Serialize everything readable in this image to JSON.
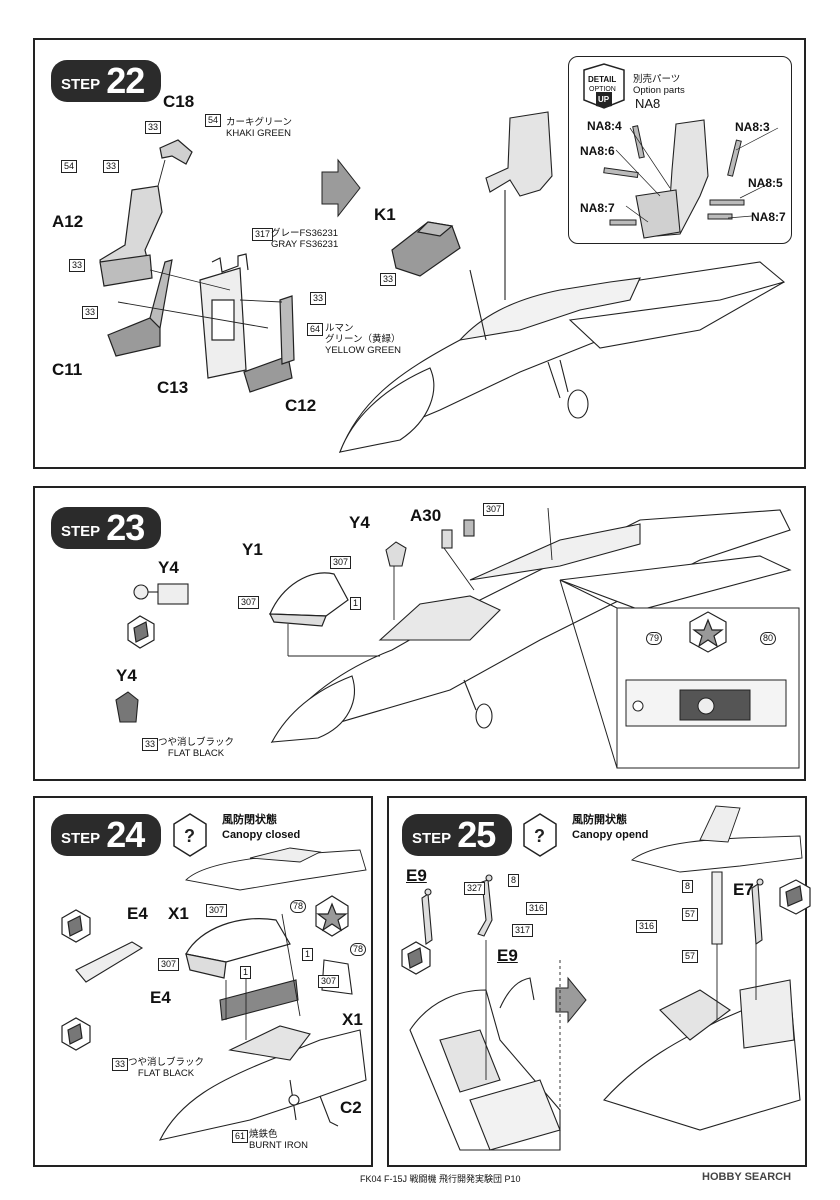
{
  "steps": {
    "s22": {
      "word": "STEP",
      "num": "22"
    },
    "s23": {
      "word": "STEP",
      "num": "23"
    },
    "s24": {
      "word": "STEP",
      "num": "24"
    },
    "s25": {
      "word": "STEP",
      "num": "25"
    }
  },
  "step22": {
    "parts": {
      "c18": "C18",
      "a12": "A12",
      "c11": "C11",
      "c13": "C13",
      "c12": "C12",
      "k1": "K1"
    },
    "codes": {
      "c33a": "33",
      "c54a": "54",
      "c54b": "54",
      "c33b": "33",
      "c33c": "33",
      "c33d": "33",
      "c317": "317",
      "c33e": "33",
      "c64": "64",
      "c33f": "33"
    },
    "paints": {
      "khaki": "カーキグリーン\nKHAKI GREEN",
      "gray": "グレーFS36231\nGRAY FS36231",
      "yellow": "ルマン\nグリーン（黄緑）\nYELLOW GREEN"
    },
    "option": {
      "badge_top": "DETAIL",
      "badge_mid": "OPTION",
      "badge_bot": "UP",
      "title_jp": "別売パーツ",
      "title_en": "Option parts",
      "code": "NA8",
      "na84": "NA8:4",
      "na83": "NA8:3",
      "na86": "NA8:6",
      "na85": "NA8:5",
      "na87a": "NA8:7",
      "na87b": "NA8:7"
    }
  },
  "step23": {
    "parts": {
      "y4a": "Y4",
      "y4b": "Y4",
      "y4c": "Y4",
      "a30": "A30",
      "y1": "Y1"
    },
    "codes": {
      "c307a": "307",
      "c307b": "307",
      "c307c": "307",
      "c1": "1",
      "c79": "79",
      "c80": "80",
      "c33": "33"
    },
    "paints": {
      "flat": "つや消しブラック\nFLAT BLACK"
    }
  },
  "step24": {
    "note_jp": "風防閉状態",
    "note_en": "Canopy closed",
    "parts": {
      "e4a": "E4",
      "x1a": "X1",
      "e4b": "E4",
      "x1b": "X1",
      "c2": "C2"
    },
    "codes": {
      "c307a": "307",
      "c307b": "307",
      "c307c": "307",
      "c78a": "78",
      "c78b": "78",
      "c1a": "1",
      "c1b": "1",
      "c33": "33",
      "c61": "61"
    },
    "paints": {
      "flat": "つや消しブラック\nFLAT BLACK",
      "iron": "焼鉄色\nBURNT IRON"
    }
  },
  "step25": {
    "note_jp": "風防開状態",
    "note_en": "Canopy opend",
    "parts": {
      "e9a": "E9",
      "e9b": "E9",
      "e7": "E7"
    },
    "codes": {
      "c8a": "8",
      "c8b": "8",
      "c327": "327",
      "c316a": "316",
      "c316b": "316",
      "c317": "317",
      "c57a": "57",
      "c57b": "57"
    }
  },
  "footer": {
    "text": "FK04 F-15J 戦闘機 飛行開発実験団 P10",
    "watermark": "HOBBY SEARCH"
  },
  "colors": {
    "badge": "#2b2b2b",
    "line": "#222222",
    "fill": "#cfcfcf"
  }
}
